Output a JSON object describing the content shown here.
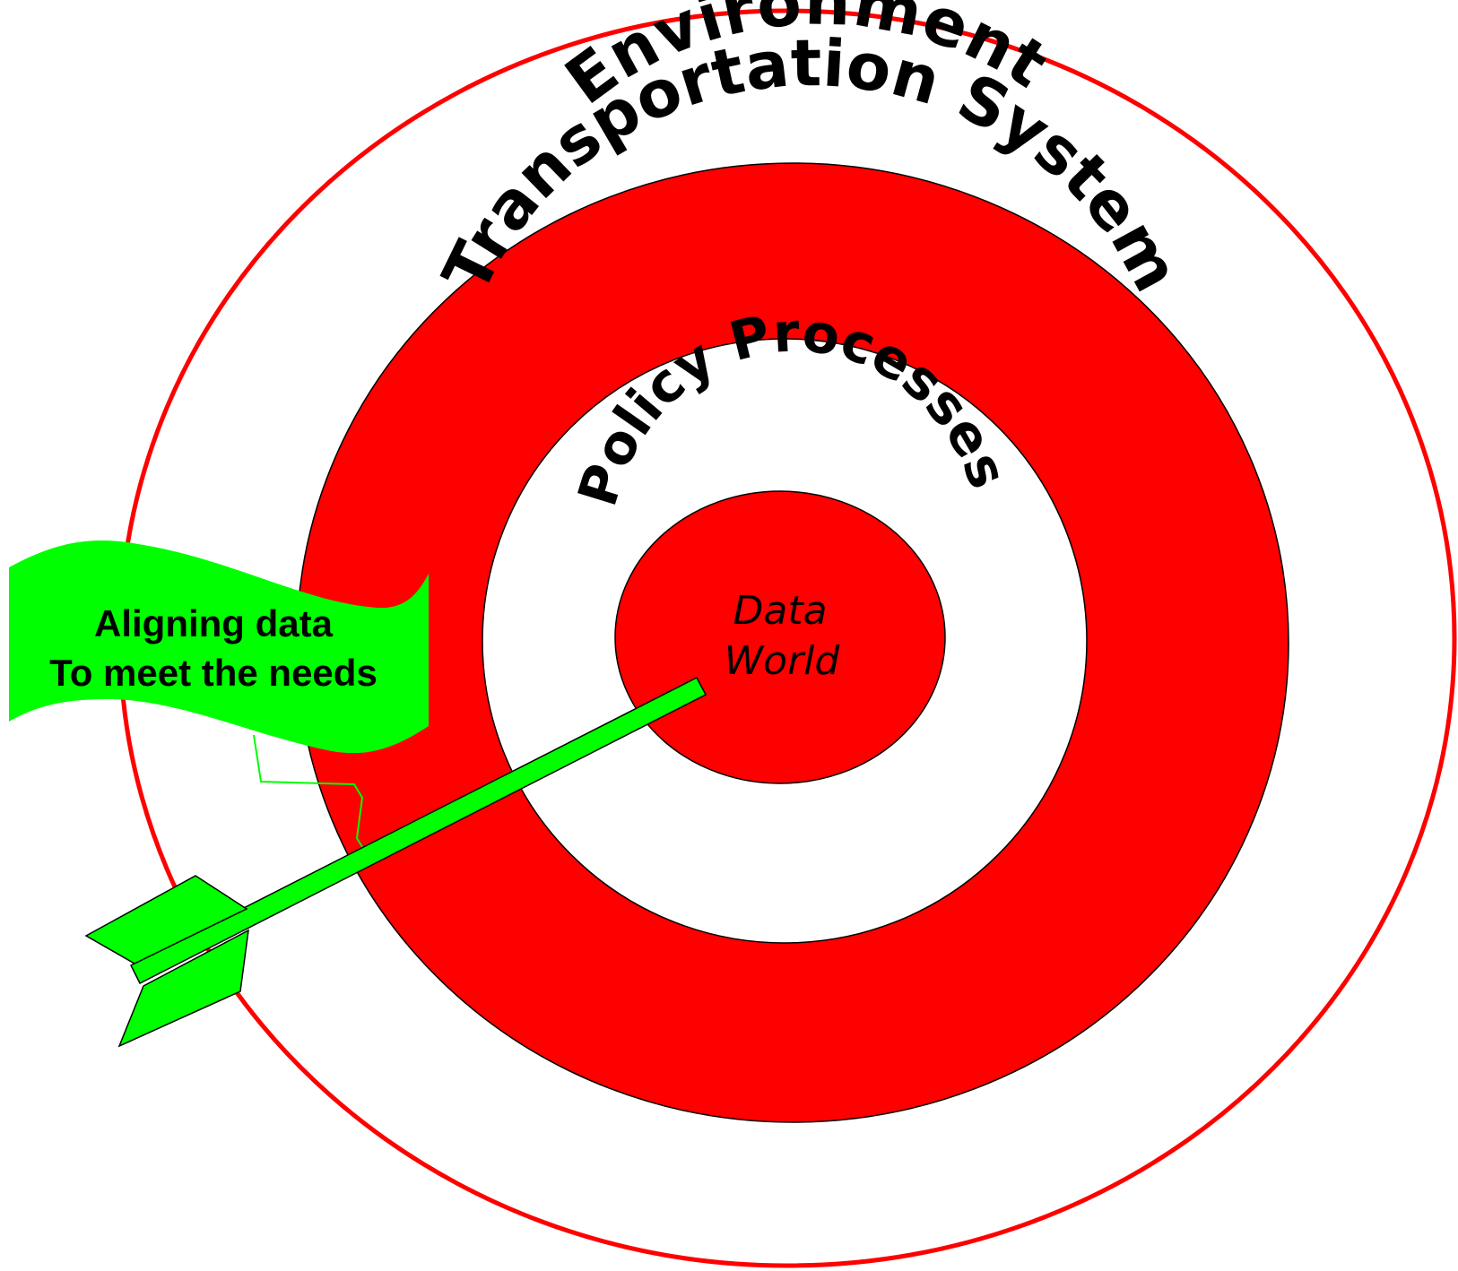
{
  "rings": {
    "outer": "Environment",
    "second": "Transportation System",
    "third": "Policy Processes",
    "center_line1": "Data",
    "center_line2": "World"
  },
  "flag": {
    "line1": "Aligning data",
    "line2": "To meet the needs"
  },
  "colors": {
    "target_red": "#ff0000",
    "arrow_green": "#00ff00",
    "outline": "#000000",
    "background": "#ffffff"
  }
}
